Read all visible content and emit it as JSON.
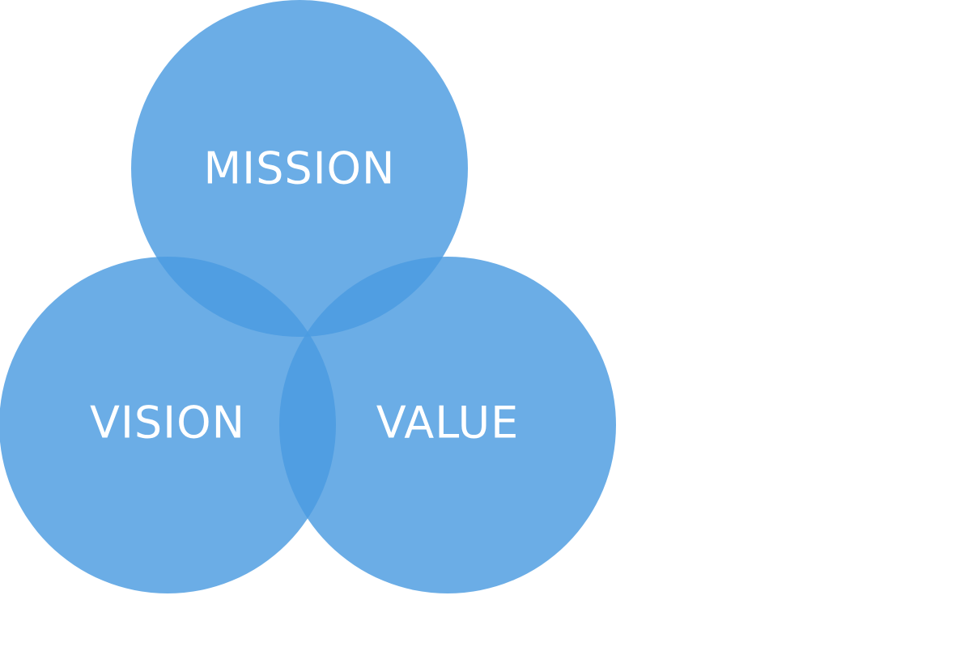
{
  "diagram": {
    "type": "venn",
    "fill_color": "#4a9be0",
    "fill_opacity": 0.82,
    "label_color": "#ffffff",
    "background_color": "#ffffff",
    "circles": [
      {
        "id": "mission",
        "label": "MISSION"
      },
      {
        "id": "vision",
        "label": "VISION"
      },
      {
        "id": "value",
        "label": "VALUE"
      }
    ]
  }
}
